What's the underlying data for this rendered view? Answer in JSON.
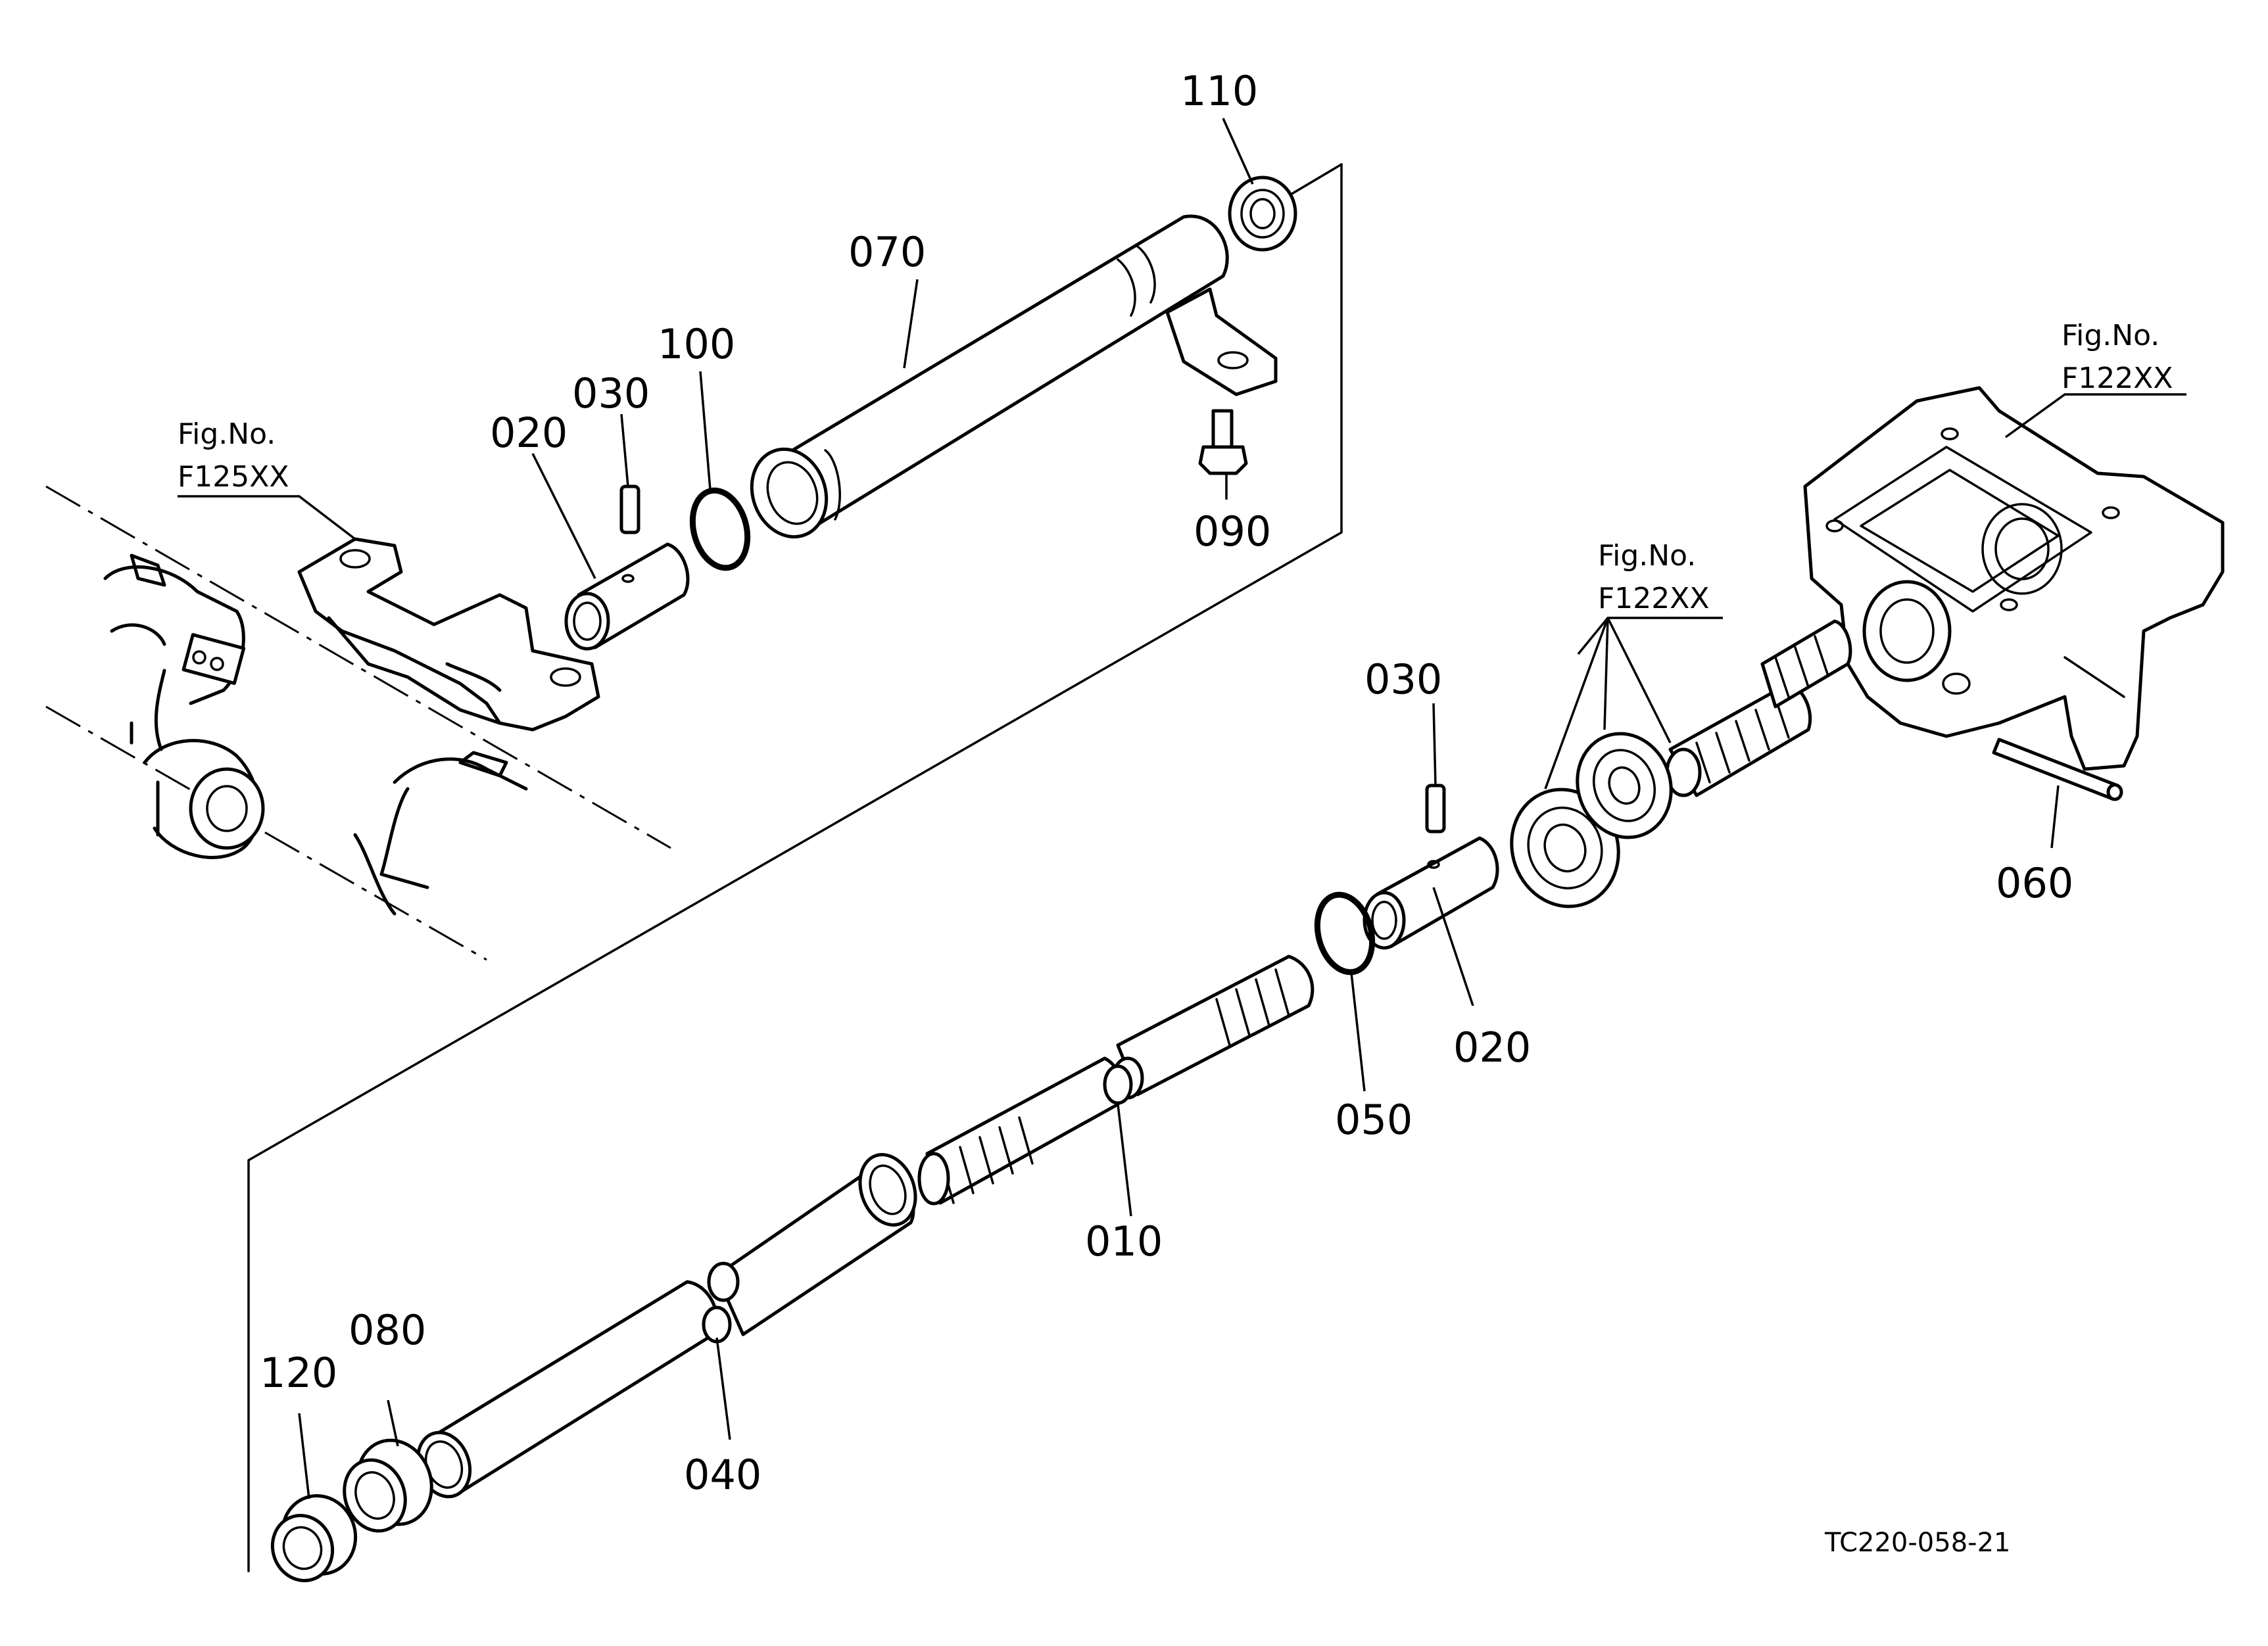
{
  "parts": [
    {
      "id": "p110",
      "label": "110"
    },
    {
      "id": "p070",
      "label": "070"
    },
    {
      "id": "p100",
      "label": "100"
    },
    {
      "id": "p030a",
      "label": "030"
    },
    {
      "id": "p020a",
      "label": "020"
    },
    {
      "id": "p090",
      "label": "090"
    },
    {
      "id": "p030b",
      "label": "030"
    },
    {
      "id": "p060",
      "label": "060"
    },
    {
      "id": "p020b",
      "label": "020"
    },
    {
      "id": "p050",
      "label": "050"
    },
    {
      "id": "p010",
      "label": "010"
    },
    {
      "id": "p080",
      "label": "080"
    },
    {
      "id": "p120",
      "label": "120"
    },
    {
      "id": "p040",
      "label": "040"
    }
  ],
  "figure_refs": [
    {
      "id": "ref_left",
      "line1": "Fig.No.",
      "line2": "F125XX"
    },
    {
      "id": "ref_right_top",
      "line1": "Fig.No.",
      "line2": "F122XX"
    },
    {
      "id": "ref_right_mid",
      "line1": "Fig.No.",
      "line2": "F122XX"
    }
  ],
  "drawing_code": "TC220-058-21"
}
